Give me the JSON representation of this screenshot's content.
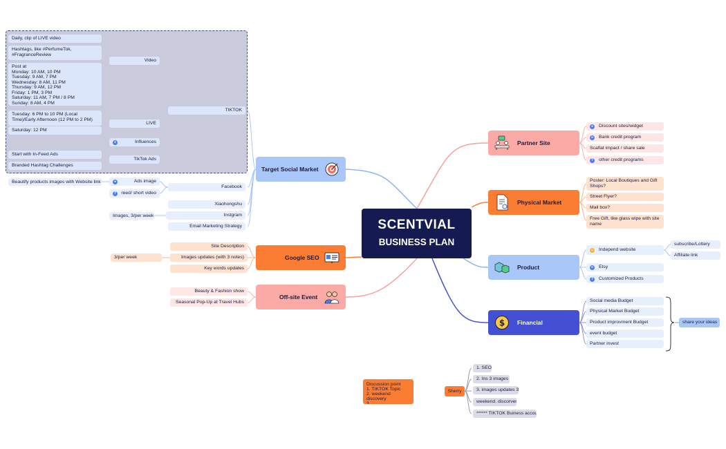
{
  "center": {
    "line1": "SCENTVIAL",
    "line2": "BUSINESS PLAN"
  },
  "branches": {
    "target": "Target Social Market",
    "seo": "Google SEO",
    "offsite": "Off-site Event",
    "partner": "Partner Site",
    "physical": "Physical Market",
    "product": "Product",
    "financial": "Financial"
  },
  "tiktok": {
    "label": "TIKTOK",
    "video": "Video",
    "live": "LIVE",
    "influences": "Influences",
    "ads": "TikTok Ads",
    "daily_clip": "Daily, clip of LIVE video",
    "hashtags": "Hashtags, like #PerfumeTok, #FragranceReview",
    "post_times": "Post at\nMonday: 10 AM, 10 PM\nTuesday:  9 AM,  7 PM\nWednesday: 8 AM, 11 PM\nThursday: 9 AM, 12 PM\nFriday: 1 PM, 3 PM\nSaturday: 11 AM, 7 PM / 8 PM\nSunday: 8 AM, 4 PM",
    "live_tuesday": "Tuesday: 6 PM to 10 PM (Local Time)/Early Afternoon (12 PM to 2 PM)",
    "live_saturday": "Saturday: 12 PM",
    "infeed": "Start with In-Feed Ads",
    "branded": "Branded Hashtag Challenges"
  },
  "social": {
    "facebook": "Facebook",
    "ads_image": "Ads image",
    "reed_video": "reed/ short video",
    "beautify": "Beautify products images with Website link",
    "xiaohongshu": "Xiaohongshu",
    "instgram": "Instgram",
    "images_week": "Images, 3/per week",
    "email": "Email Marketing Strategy"
  },
  "seo": {
    "site_desc": "Site Description",
    "images_updates": "Images updates (with 3 notes)",
    "per_week": "3/per week",
    "keywords": "Key words updates"
  },
  "offsite": {
    "beauty": "Beauty & Fashion show",
    "popup": "Seasonal Pop-Up at Travel Hubs"
  },
  "partner": {
    "discount": "Discount sites/widget",
    "bank": "Bank credit program",
    "scaflat": "Scaflat impact / share sale",
    "other": "other credit programs"
  },
  "physical": {
    "poster": "Poster: Local Boutiques and Gift Shops?",
    "street": "Street Flyer?",
    "mailbox": "Mail box?",
    "freegift": "Free Gift, like glass wipe with site name"
  },
  "product": {
    "independ": "Independ website",
    "subscribe": "subscribe/Lottery",
    "affiliate": "Affiliate link",
    "etsy": "Etsy",
    "customized": "Customized Products"
  },
  "financial": {
    "social_budget": "Social media Budget",
    "physical_budget": "Physical Market Budget",
    "improvement": "Product improvment Budget",
    "event": "event budget",
    "partner_invest": "Partner invest",
    "share": "share your ideas"
  },
  "discussion": {
    "note": "Discussion point\n1. TIKTOK Topic\n2. weekend discovery\n3.",
    "sherry": "Sherry",
    "items": [
      "1. SEO",
      "2. Ins   3 images",
      "3. images updates 3",
      "weekend. discorver",
      "****** TIKTOK Buiness accout"
    ]
  },
  "colors": {
    "center": "#151a52",
    "social_blue": "#a9c6f8",
    "seo_orange": "#fb7d34",
    "offsite_pink": "#fbaaa6",
    "partner_pink": "#fbaaa6",
    "physical_orange": "#fb7d34",
    "product_blue": "#a9c6f8",
    "financial_indigo": "#4450d4"
  },
  "icons": {
    "target": "target-icon",
    "seo": "browser-icon",
    "offsite": "people-icon",
    "partner": "meeting-icon",
    "physical": "document-icon",
    "product": "boxes-icon",
    "financial": "dollar-coin-icon"
  }
}
